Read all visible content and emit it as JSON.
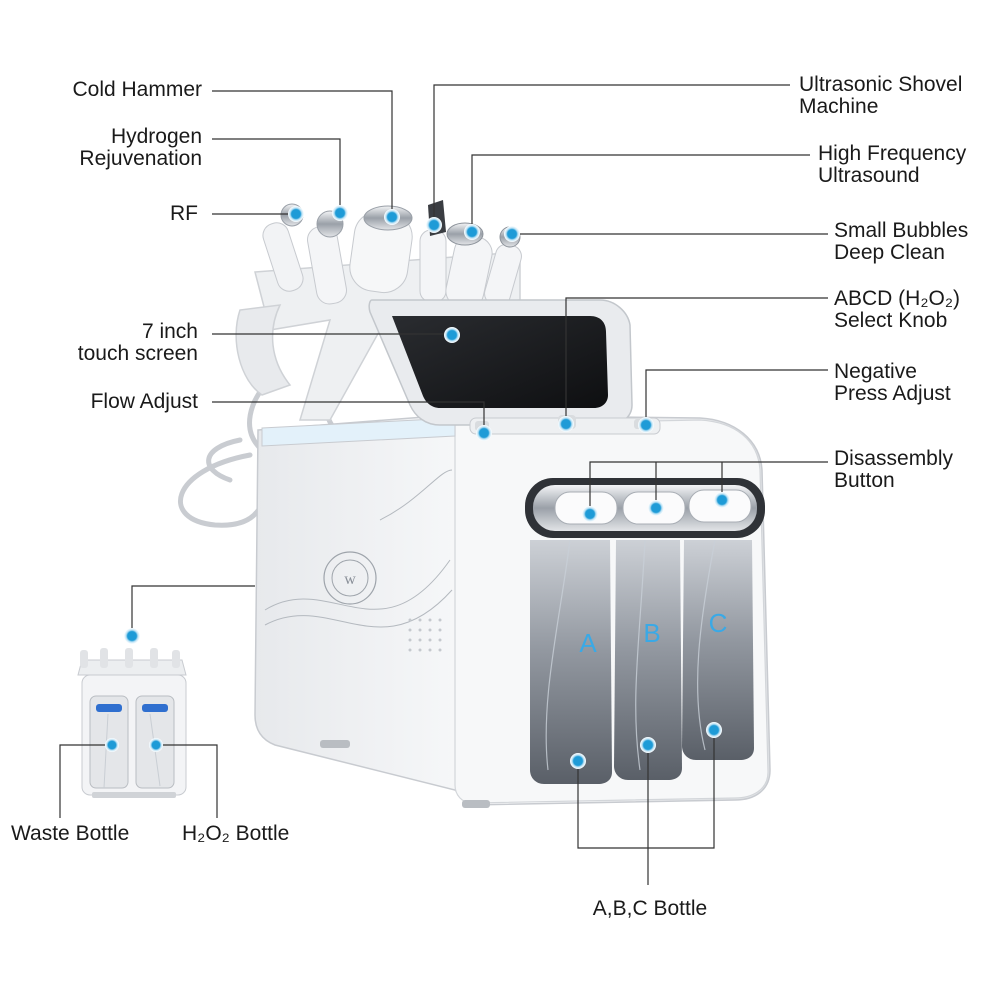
{
  "labels": {
    "cold_hammer": [
      "Cold Hammer"
    ],
    "hydrogen": [
      "Hydrogen",
      "Rejuvenation"
    ],
    "rf": [
      "RF"
    ],
    "touch_screen": [
      "7 inch",
      "touch screen"
    ],
    "flow_adjust": [
      "Flow Adjust"
    ],
    "ultrasonic_shovel": [
      "Ultrasonic Shovel",
      "Machine"
    ],
    "high_frequency": [
      "High Frequency",
      "Ultrasound"
    ],
    "small_bubbles": [
      "Small Bubbles",
      "Deep Clean"
    ],
    "abcd_knob": [
      "ABCD (H₂O₂)",
      "Select Knob"
    ],
    "negative_press": [
      "Negative",
      "Press Adjust"
    ],
    "disassembly": [
      "Disassembly",
      "Button"
    ],
    "waste_bottle": [
      "Waste Bottle"
    ],
    "h2o2_bottle": [
      "H₂O₂ Bottle"
    ],
    "abc_bottle": [
      "A,B,C Bottle"
    ]
  },
  "bottle_letters": [
    "A",
    "B",
    "C"
  ],
  "colors": {
    "callout_dot": "#1e9bd7",
    "callout_line": "#333333",
    "machine_body": "#f4f5f7",
    "tank_water": "#6d7480"
  }
}
